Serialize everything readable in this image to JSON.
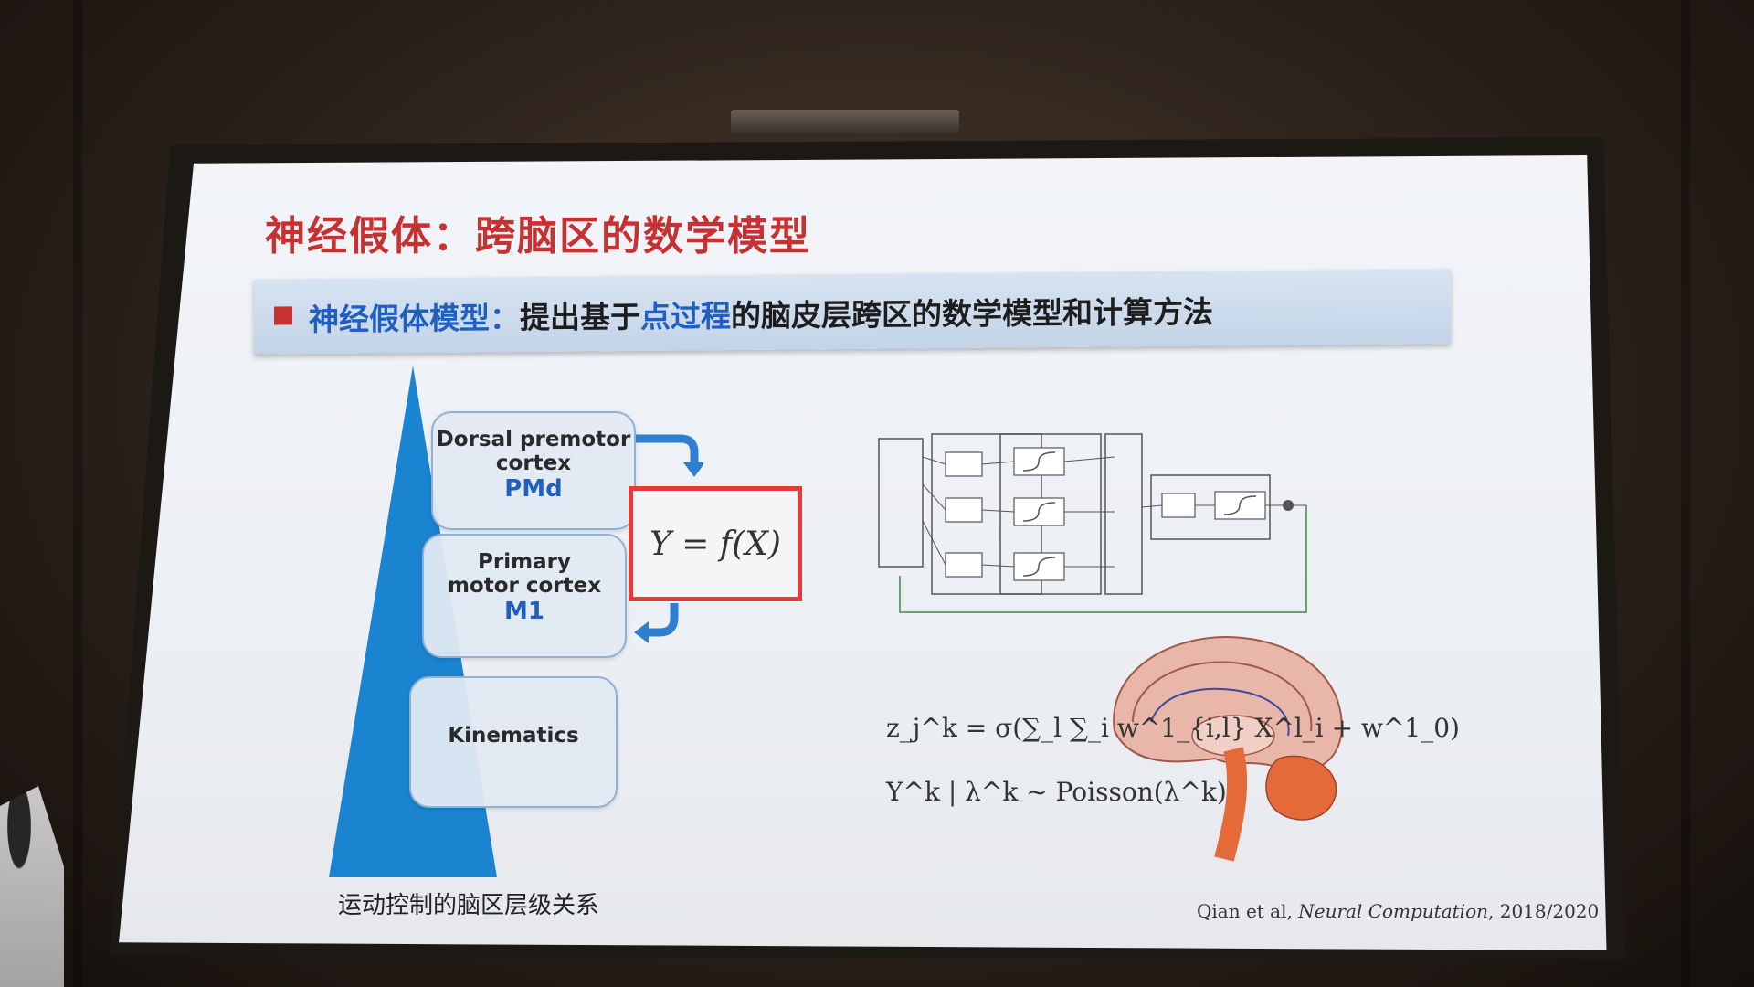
{
  "slide": {
    "title": "神经假体：跨脑区的数学模型",
    "banner": {
      "lead": "神经假体模型：",
      "text_before": "提出基于",
      "highlight": "点过程",
      "text_after": "的脑皮层跨区的数学模型和计算方法"
    },
    "hierarchy": {
      "pmd": {
        "line1": "Dorsal premotor",
        "line2": "cortex",
        "abbr": "PMd"
      },
      "m1": {
        "line1": "Primary",
        "line2": "motor cortex",
        "abbr": "M1"
      },
      "kinematics": "Kinematics",
      "caption": "运动控制的脑区层级关系"
    },
    "equation": "Y = f(X)",
    "formula1": "z_j^k = σ(∑_l ∑_i w^1_{i,l} X^l_i + w^1_0)",
    "formula2": "Y^k | λ^k ~ Poisson(λ^k)",
    "citation": {
      "authors": "Qian et al,",
      "journal": "Neural Computation",
      "years": ", 2018/2020"
    }
  },
  "colors": {
    "title_red": "#c63232",
    "accent_blue": "#1f5fbf",
    "pyramid_blue": "#1a84d0",
    "eq_border_red": "#e33a3a"
  }
}
